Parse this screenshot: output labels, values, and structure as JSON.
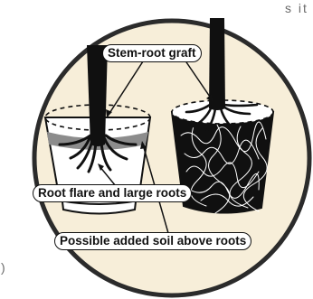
{
  "fragments": {
    "top_right": "s it",
    "bottom_left": ")"
  },
  "labels": {
    "stem_root_graft": "Stem-root graft",
    "root_flare": "Root flare and large roots",
    "added_soil": "Possible added soil above roots"
  },
  "colors": {
    "circle_fill": "#f7eed9",
    "circle_stroke": "#2b2b2b",
    "soil_band": "#8c8c8c",
    "pot_dark": "#101010",
    "ink": "#111111"
  }
}
